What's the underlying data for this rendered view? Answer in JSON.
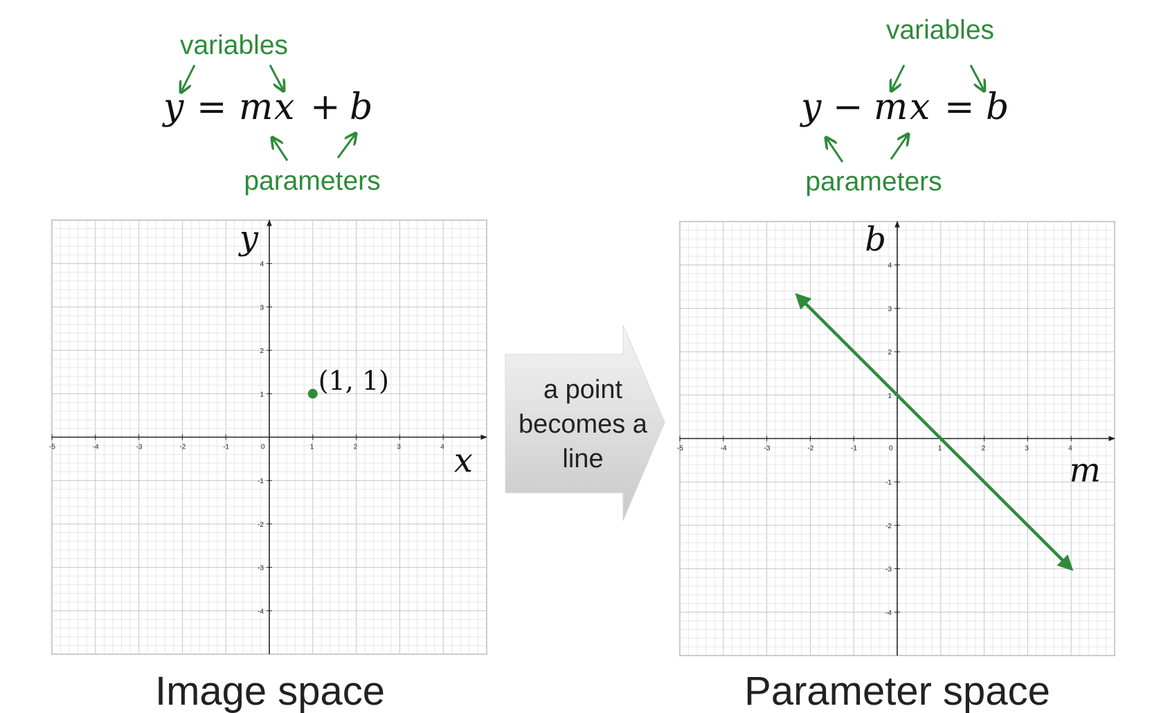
{
  "colors": {
    "accent": "#2e8b3a",
    "grid_minor": "#e6e6e6",
    "grid_major": "#c4c4c4",
    "axis": "#222222"
  },
  "left": {
    "equation": {
      "y": "y",
      "eq": "=",
      "m": "m",
      "x": "x",
      "plus": "+",
      "b": "b"
    },
    "variables_label": "variables",
    "parameters_label": "parameters",
    "caption": "Image space",
    "x_axis_label": "x",
    "y_axis_label": "y",
    "point_label": "(1, 1)"
  },
  "right": {
    "equation": {
      "y": "y",
      "minus": "−",
      "m": "m",
      "x": "x",
      "eq": "=",
      "b": "b"
    },
    "variables_label": "variables",
    "parameters_label": "parameters",
    "caption": "Parameter space",
    "x_axis_label": "m",
    "y_axis_label": "b"
  },
  "transition_arrow": {
    "line1": "a point",
    "line2": "becomes a",
    "line3": "line"
  },
  "chart_data": [
    {
      "type": "scatter",
      "xlim": [
        -5,
        5
      ],
      "ylim": [
        -5,
        5
      ],
      "grid": true,
      "x_ticks": [
        "-5",
        "-4",
        "-3",
        "-2",
        "-1",
        "0",
        "1",
        "2",
        "3",
        "4"
      ],
      "y_ticks": [
        "4",
        "3",
        "2",
        "1",
        "-1",
        "-2",
        "-3",
        "-4"
      ],
      "points": [
        {
          "x": 1,
          "y": 1
        }
      ]
    },
    {
      "type": "line",
      "xlim": [
        -5,
        5
      ],
      "ylim": [
        -5,
        5
      ],
      "grid": true,
      "x_ticks": [
        "-5",
        "-4",
        "-3",
        "-2",
        "-1",
        "0",
        "1",
        "2",
        "3",
        "4"
      ],
      "y_ticks": [
        "4",
        "3",
        "2",
        "1",
        "-1",
        "-2",
        "-3",
        "-4"
      ],
      "line": {
        "x_start": -2.3,
        "x_end": 4,
        "slope": -1,
        "intercept": 1,
        "arrows": "both"
      }
    }
  ]
}
